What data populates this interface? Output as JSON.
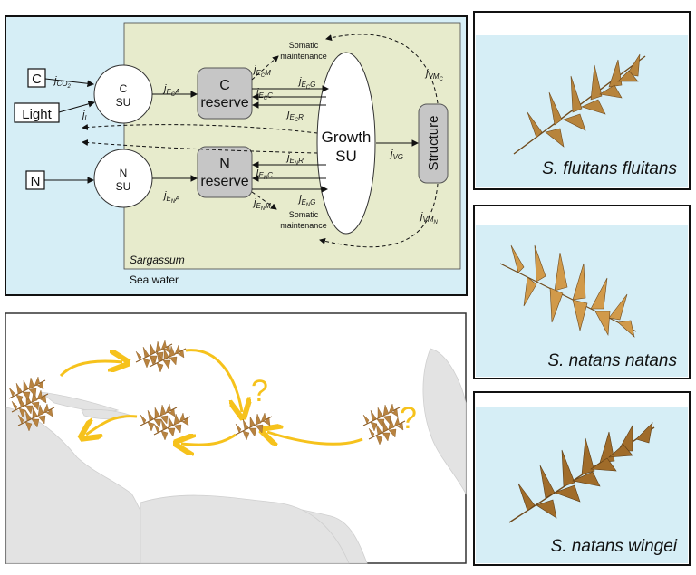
{
  "model": {
    "sargassum_label": "Sargassum",
    "sea_water_label": "Sea water",
    "inputs": {
      "c": "C",
      "light": "Light",
      "n": "N"
    },
    "c_su": [
      "C",
      "SU"
    ],
    "n_su": [
      "N",
      "SU"
    ],
    "c_reserve": [
      "C",
      "reserve"
    ],
    "n_reserve": [
      "N",
      "reserve"
    ],
    "growth_su": [
      "Growth",
      "SU"
    ],
    "structure": "Structure",
    "somatic_top": [
      "Somatic",
      "maintenance"
    ],
    "somatic_bottom": [
      "Somatic",
      "maintenance"
    ],
    "fluxes": {
      "jco2": {
        "j": "j",
        "sub": "CO",
        "sub2": "2"
      },
      "jl": {
        "j": "j",
        "sub": "l"
      },
      "jeca": {
        "j": "j",
        "sub": "E",
        "sub2": "C",
        "sub3": "A"
      },
      "jena": {
        "j": "j",
        "sub": "E",
        "sub2": "N",
        "sub3": "A"
      },
      "jecm": {
        "j": "j",
        "sub": "E",
        "sub2": "C",
        "sub3": "M"
      },
      "jecg": {
        "j": "j",
        "sub": "E",
        "sub2": "C",
        "sub3": "G"
      },
      "jecc": {
        "j": "j",
        "sub": "E",
        "sub2": "C",
        "sub3": "C"
      },
      "jecr": {
        "j": "j",
        "sub": "E",
        "sub2": "C",
        "sub3": "R"
      },
      "jenr": {
        "j": "j",
        "sub": "E",
        "sub2": "N",
        "sub3": "R"
      },
      "jenc": {
        "j": "j",
        "sub": "E",
        "sub2": "N",
        "sub3": "C"
      },
      "jeng": {
        "j": "j",
        "sub": "E",
        "sub2": "N",
        "sub3": "G"
      },
      "jenm": {
        "j": "j",
        "sub": "E",
        "sub2": "N",
        "sub3": "M"
      },
      "jvg": {
        "j": "j",
        "sub": "VG"
      },
      "jvmc": {
        "j": "j",
        "sub": "VM",
        "sub2": "C"
      },
      "jvmn": {
        "j": "j",
        "sub": "VM",
        "sub2": "N"
      }
    }
  },
  "map": {
    "question_marks": [
      "?",
      "?"
    ]
  },
  "species": {
    "fluitans": "S. fluitans fluitans",
    "natans": "S. natans natans",
    "wingei": "S. natans wingei"
  },
  "colors": {
    "sea": "#d6eef6",
    "algae_panel": "#e7ebcc",
    "reserve_box": "#c6c6c6",
    "arrow_yellow": "#f6c21c",
    "seaweed_dark": "#9a6a2c",
    "seaweed_light": "#d8a256"
  }
}
